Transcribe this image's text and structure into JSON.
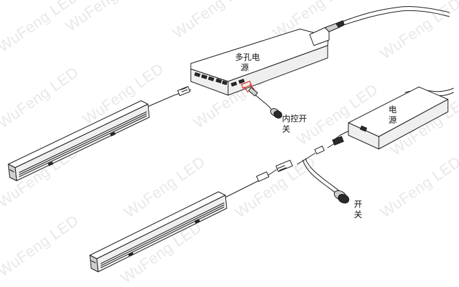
{
  "watermark": {
    "text": "WuFeng LED"
  },
  "labels": {
    "multi_hole_power_line1": "多孔电",
    "multi_hole_power_line2": "源",
    "inner_switch_line1": "内控开",
    "inner_switch_line2": "关",
    "power_line1": "电",
    "power_line2": "源",
    "switch_line1": "开",
    "switch_line2": "关"
  },
  "colors": {
    "line": "#1a1a1a",
    "highlight": "#e0261c",
    "watermark": "#969696"
  }
}
